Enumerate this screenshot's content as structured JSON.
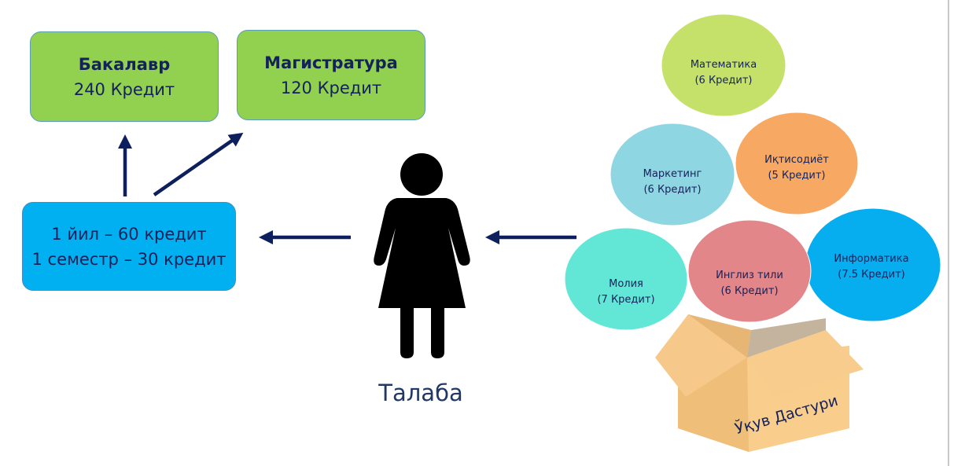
{
  "degrees": [
    {
      "title": "Бакалавр",
      "credits": "240 Кредит"
    },
    {
      "title": "Магистратура",
      "credits": "120 Кредит"
    }
  ],
  "rule": {
    "line1": "1 йил – 60 кредит",
    "line2": "1 семестр – 30 кредит"
  },
  "student": {
    "label": "Талаба"
  },
  "curriculum": {
    "label": "Ўқув Дастури",
    "subjects": [
      {
        "name": "Математика",
        "credits": "(6 Кредит)",
        "color": "#c5e16a"
      },
      {
        "name": "Маркетинг",
        "credits": "(6 Кредит)",
        "color": "#8fd6e3"
      },
      {
        "name": "Иқтисодиёт",
        "credits": "(5 Кредит)",
        "color": "#f7a963"
      },
      {
        "name": "Молия",
        "credits": "(7 Кредит)",
        "color": "#62e6d6"
      },
      {
        "name": "Инглиз тили",
        "credits": "(6 Кредит)",
        "color": "#e3868a"
      },
      {
        "name": "Информатика",
        "credits": "(7.5 Кредит)",
        "color": "#06adef"
      }
    ]
  },
  "colors": {
    "arrow": "#0d1f5c",
    "degree_box": "#92d050",
    "rule_box": "#00b0f0"
  }
}
